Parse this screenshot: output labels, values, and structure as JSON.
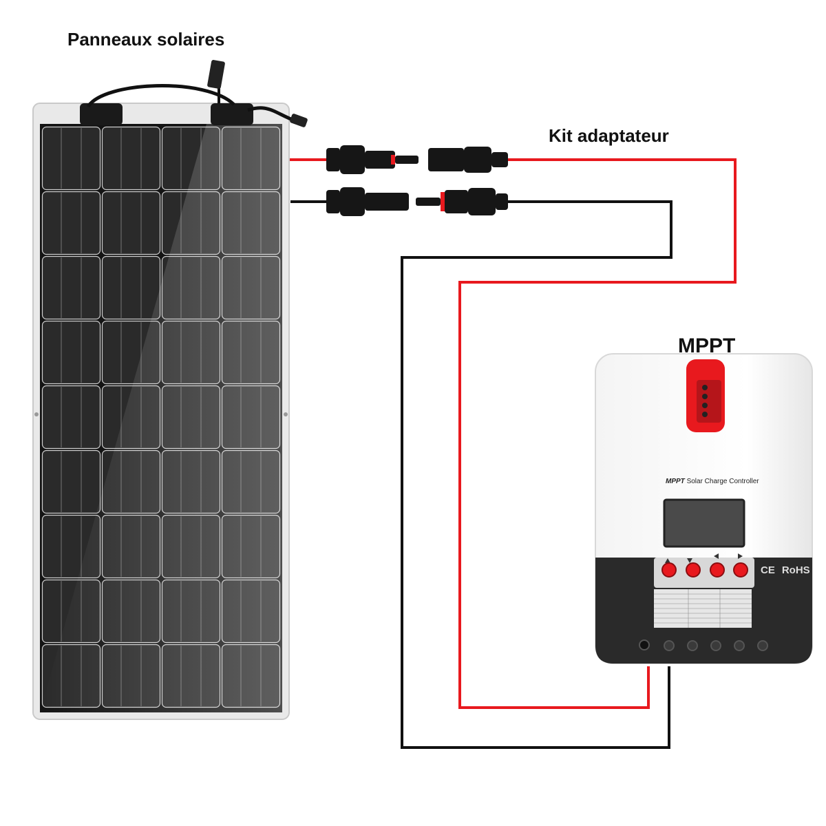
{
  "labels": {
    "solar_panels": "Panneaux solaires",
    "adapter_kit": "Kit adaptateur",
    "controller": "MPPT"
  },
  "controller": {
    "brand": "MPPT",
    "subtitle": "Solar Charge Controller",
    "certifications": [
      "CE",
      "RoHS"
    ]
  },
  "colors": {
    "positive_wire": "#e8191e",
    "negative_wire": "#111111",
    "button_red": "#e8191e",
    "controller_body": "#f2f2f2",
    "controller_bottom": "#2a2a2a"
  }
}
